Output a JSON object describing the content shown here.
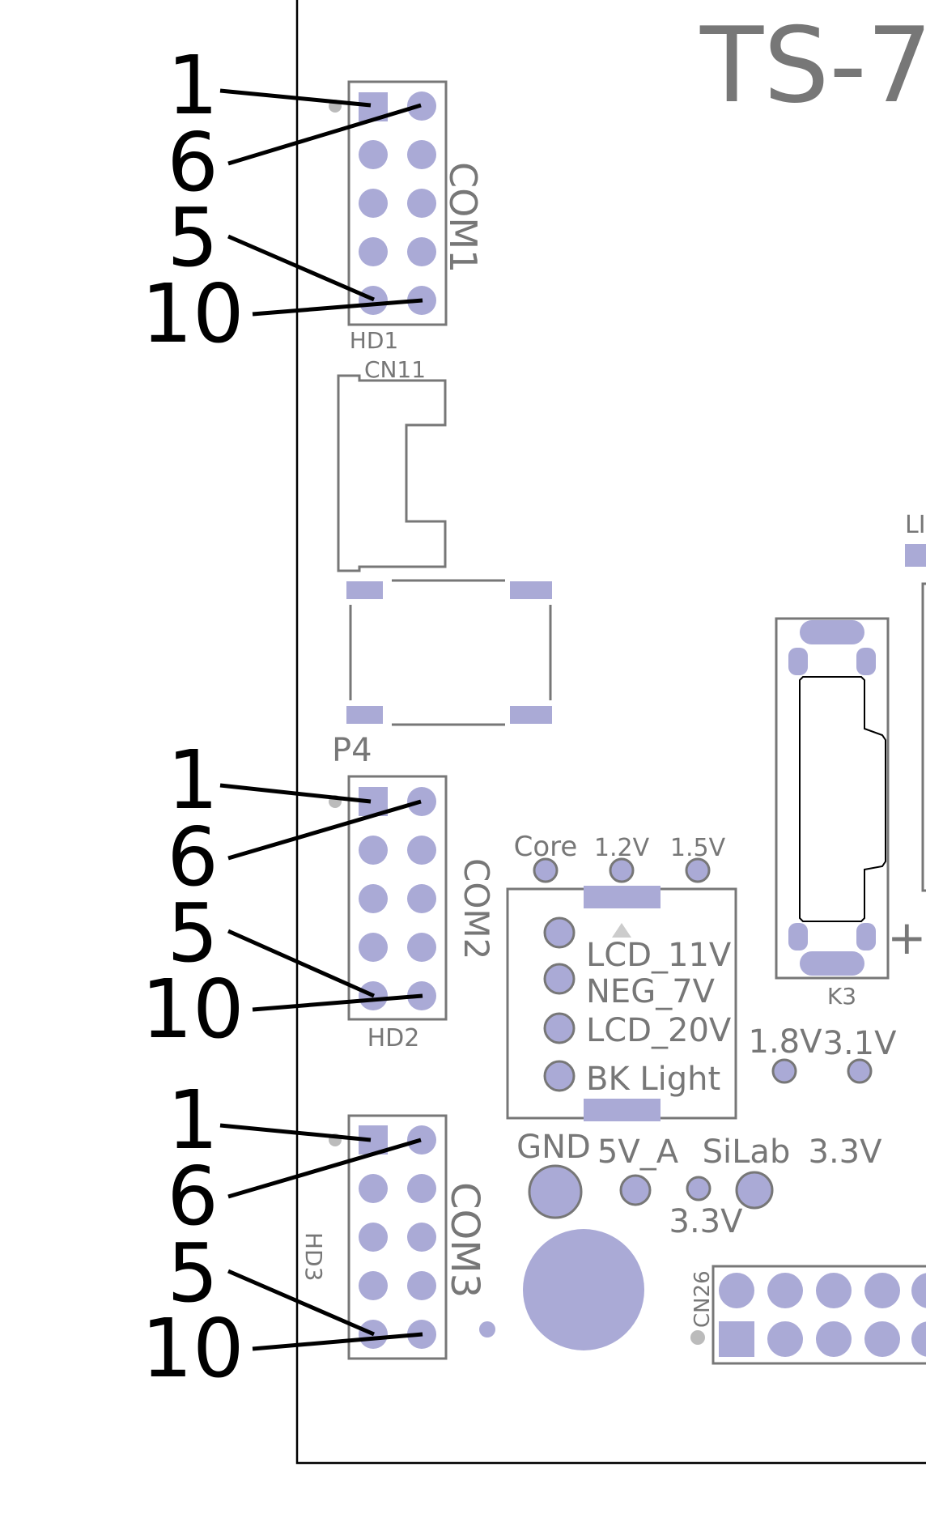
{
  "board": {
    "title": "TS-7",
    "edge_label_li": "LI"
  },
  "colors": {
    "pad": "#aaaad6",
    "silkscreen": "#777777",
    "callout": "#000000",
    "outline": "#000000"
  },
  "headers": [
    {
      "name": "COM1",
      "ref": "HD1",
      "pin_callouts": [
        "1",
        "6",
        "5",
        "10"
      ]
    },
    {
      "name": "COM2",
      "ref": "HD2",
      "pin_callouts": [
        "1",
        "6",
        "5",
        "10"
      ]
    },
    {
      "name": "COM3",
      "ref": "HD3",
      "pin_callouts": [
        "1",
        "6",
        "5",
        "10"
      ]
    }
  ],
  "connectors": {
    "cn11": "CN11",
    "p4": "P4",
    "k3": "K3",
    "cn26": "CN26",
    "plus": "+"
  },
  "test_points": {
    "core": "Core",
    "v12": "1.2V",
    "v15": "1.5V",
    "v18": "1.8V",
    "v31": "3.1V",
    "gnd": "GND",
    "v5a": "5V_A",
    "silab": "SiLab",
    "v33_top": "3.3V",
    "v33_bottom": "3.3V"
  },
  "jumper_block": {
    "options": [
      "LCD_11V",
      "NEG_7V",
      "LCD_20V",
      "BK Light"
    ]
  }
}
